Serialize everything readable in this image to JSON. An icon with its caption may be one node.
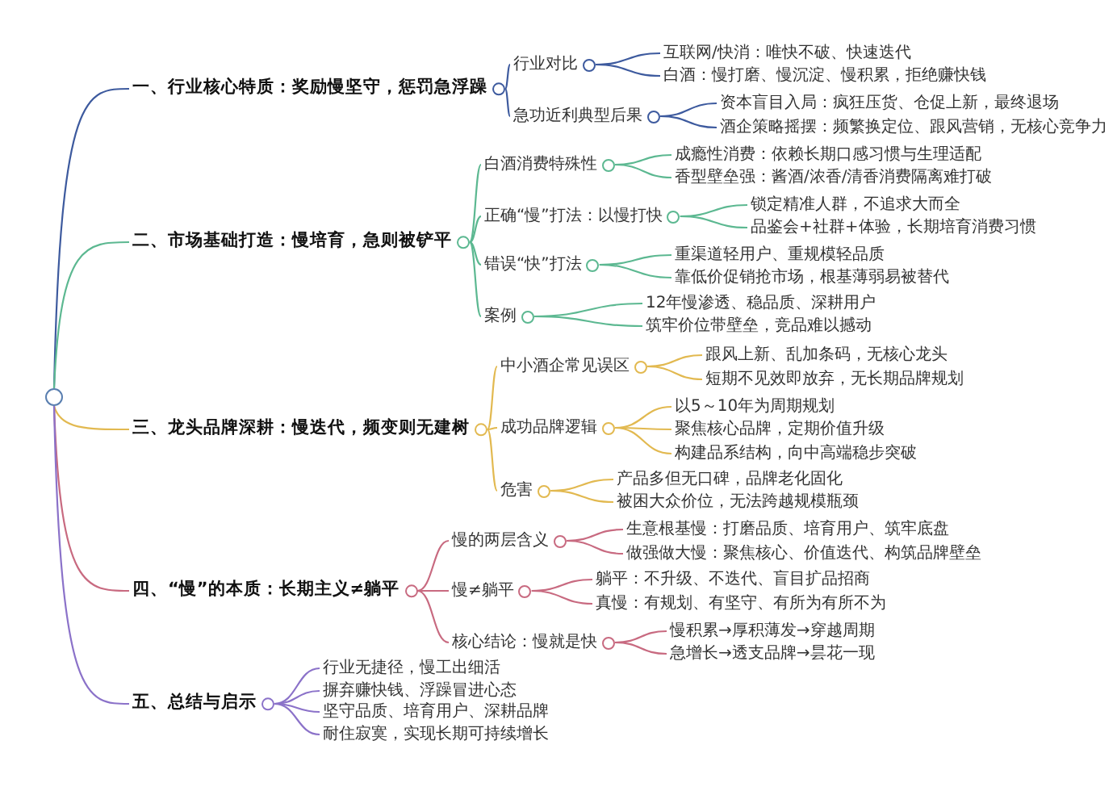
{
  "diagram": {
    "nodes": [
      {
        "text": [],
        "shape": "circle"
      },
      {
        "text": [
          "一、行业核心特质：奖励慢坚守，惩罚急浮躁"
        ]
      },
      {
        "text": [
          "行业对比"
        ]
      },
      {
        "text": [
          "互联网/快消：唯快不破、快速迭代"
        ]
      },
      {
        "text": [
          "白酒：慢打磨、慢沉淀、慢积累，拒绝赚快钱"
        ]
      },
      {
        "text": [
          "急功近利典型后果"
        ]
      },
      {
        "text": [
          "资本盲目入局：疯狂压货、仓促上新，最终退场"
        ]
      },
      {
        "text": [
          "酒企策略摇摆：频繁换定位、跟风营销，无核心竞争力"
        ]
      },
      {
        "text": [
          "二、市场基础打造：慢培育，急则被铲平"
        ]
      },
      {
        "text": [
          "白酒消费特殊性"
        ]
      },
      {
        "text": [
          "成瘾性消费：依赖长期口感习惯与生理适配"
        ]
      },
      {
        "text": [
          "香型壁垒强：酱酒/浓香/清香消费隔离难打破"
        ]
      },
      {
        "text": [
          "正确“慢”打法：以慢打快"
        ]
      },
      {
        "text": [
          "锁定精准人群，不追求大而全"
        ]
      },
      {
        "text": [
          "品鉴会+社群+体验，长期培育消费习惯"
        ]
      },
      {
        "text": [
          "错误“快”打法"
        ]
      },
      {
        "text": [
          "重渠道轻用户、重规模轻品质"
        ]
      },
      {
        "text": [
          "靠低价促销抢市场，根基薄弱易被替代"
        ]
      },
      {
        "text": [
          "案例"
        ]
      },
      {
        "text": [
          "12年慢渗透、稳品质、深耕用户"
        ]
      },
      {
        "text": [
          "筑牢价位带壁垒，竞品难以撼动"
        ]
      },
      {
        "text": [
          "三、龙头品牌深耕：慢迭代，频变则无建树"
        ]
      },
      {
        "text": [
          "中小酒企常见误区"
        ]
      },
      {
        "text": [
          "跟风上新、乱加条码，无核心龙头"
        ]
      },
      {
        "text": [
          "短期不见效即放弃，无长期品牌规划"
        ]
      },
      {
        "text": [
          "成功品牌逻辑"
        ]
      },
      {
        "text": [
          "以5～10年为周期规划"
        ]
      },
      {
        "text": [
          "聚焦核心品牌，定期价值升级"
        ]
      },
      {
        "text": [
          "构建品系结构，向中高端稳步突破"
        ]
      },
      {
        "text": [
          "危害"
        ]
      },
      {
        "text": [
          "产品多但无口碑，品牌老化固化"
        ]
      },
      {
        "text": [
          "被困大众价位，无法跨越规模瓶颈"
        ]
      },
      {
        "text": [
          "四、“慢”的本质：长期主义≠躺平"
        ]
      },
      {
        "text": [
          "慢的两层含义"
        ]
      },
      {
        "text": [
          "生意根基慢：打磨品质、培育用户、筑牢底盘"
        ]
      },
      {
        "text": [
          "做强做大慢：聚焦核心、价值迭代、构筑品牌壁垒"
        ]
      },
      {
        "text": [
          "慢≠躺平"
        ]
      },
      {
        "text": [
          "躺平：不升级、不迭代、盲目扩品招商"
        ]
      },
      {
        "text": [
          "真慢：有规划、有坚守、有所为有所不为"
        ]
      },
      {
        "text": [
          "核心结论：慢就是快"
        ]
      },
      {
        "text": [
          "慢积累→厚积薄发→穿越周期"
        ]
      },
      {
        "text": [
          "急增长→透支品牌→昙花一现"
        ]
      },
      {
        "text": [
          "五、总结与启示"
        ]
      },
      {
        "text": [
          "行业无捷径，慢工出细活"
        ]
      },
      {
        "text": [
          "摒弃赚快钱、浮躁冒进心态"
        ]
      },
      {
        "text": [
          "坚守品质、培育用户、深耕品牌"
        ]
      },
      {
        "text": [
          "耐住寂寞，实现长期可持续增长"
        ]
      }
    ],
    "edges": [
      {
        "from": 0,
        "to": 1,
        "arrow": "none",
        "color": "#3d5a9e"
      },
      {
        "from": 1,
        "to": 2,
        "arrow": "none",
        "color": "#3d5a9e"
      },
      {
        "from": 2,
        "to": 3,
        "arrow": "none",
        "color": "#3d5a9e"
      },
      {
        "from": 2,
        "to": 4,
        "arrow": "none",
        "color": "#3d5a9e"
      },
      {
        "from": 1,
        "to": 5,
        "arrow": "none",
        "color": "#3d5a9e"
      },
      {
        "from": 5,
        "to": 6,
        "arrow": "none",
        "color": "#3d5a9e"
      },
      {
        "from": 5,
        "to": 7,
        "arrow": "none",
        "color": "#3d5a9e"
      },
      {
        "from": 0,
        "to": 8,
        "arrow": "none",
        "color": "#5cb891"
      },
      {
        "from": 8,
        "to": 9,
        "arrow": "none",
        "color": "#5cb891"
      },
      {
        "from": 9,
        "to": 10,
        "arrow": "none",
        "color": "#5cb891"
      },
      {
        "from": 9,
        "to": 11,
        "arrow": "none",
        "color": "#5cb891"
      },
      {
        "from": 8,
        "to": 12,
        "arrow": "none",
        "color": "#5cb891"
      },
      {
        "from": 12,
        "to": 13,
        "arrow": "none",
        "color": "#5cb891"
      },
      {
        "from": 12,
        "to": 14,
        "arrow": "none",
        "color": "#5cb891"
      },
      {
        "from": 8,
        "to": 15,
        "arrow": "none",
        "color": "#5cb891"
      },
      {
        "from": 15,
        "to": 16,
        "arrow": "none",
        "color": "#5cb891"
      },
      {
        "from": 15,
        "to": 17,
        "arrow": "none",
        "color": "#5cb891"
      },
      {
        "from": 8,
        "to": 18,
        "arrow": "none",
        "color": "#5cb891"
      },
      {
        "from": 18,
        "to": 19,
        "arrow": "none",
        "color": "#5cb891"
      },
      {
        "from": 18,
        "to": 20,
        "arrow": "none",
        "color": "#5cb891"
      },
      {
        "from": 0,
        "to": 21,
        "arrow": "none",
        "color": "#e2b950"
      },
      {
        "from": 21,
        "to": 22,
        "arrow": "none",
        "color": "#e2b950"
      },
      {
        "from": 22,
        "to": 23,
        "arrow": "none",
        "color": "#e2b950"
      },
      {
        "from": 22,
        "to": 24,
        "arrow": "none",
        "color": "#e2b950"
      },
      {
        "from": 21,
        "to": 25,
        "arrow": "none",
        "color": "#e2b950"
      },
      {
        "from": 25,
        "to": 26,
        "arrow": "none",
        "color": "#e2b950"
      },
      {
        "from": 25,
        "to": 27,
        "arrow": "none",
        "color": "#e2b950"
      },
      {
        "from": 25,
        "to": 28,
        "arrow": "none",
        "color": "#e2b950"
      },
      {
        "from": 21,
        "to": 29,
        "arrow": "none",
        "color": "#e2b950"
      },
      {
        "from": 29,
        "to": 30,
        "arrow": "none",
        "color": "#e2b950"
      },
      {
        "from": 29,
        "to": 31,
        "arrow": "none",
        "color": "#e2b950"
      },
      {
        "from": 0,
        "to": 32,
        "arrow": "none",
        "color": "#c86a80"
      },
      {
        "from": 32,
        "to": 33,
        "arrow": "none",
        "color": "#c86a80"
      },
      {
        "from": 33,
        "to": 34,
        "arrow": "none",
        "color": "#c86a80"
      },
      {
        "from": 33,
        "to": 35,
        "arrow": "none",
        "color": "#c86a80"
      },
      {
        "from": 32,
        "to": 36,
        "arrow": "none",
        "color": "#c86a80"
      },
      {
        "from": 36,
        "to": 37,
        "arrow": "none",
        "color": "#c86a80"
      },
      {
        "from": 36,
        "to": 38,
        "arrow": "none",
        "color": "#c86a80"
      },
      {
        "from": 32,
        "to": 39,
        "arrow": "none",
        "color": "#c86a80"
      },
      {
        "from": 39,
        "to": 40,
        "arrow": "none",
        "color": "#c86a80"
      },
      {
        "from": 39,
        "to": 41,
        "arrow": "none",
        "color": "#c86a80"
      },
      {
        "from": 0,
        "to": 42,
        "arrow": "none",
        "color": "#8b72c9"
      },
      {
        "from": 42,
        "to": 43,
        "arrow": "none",
        "color": "#8b72c9"
      },
      {
        "from": 42,
        "to": 44,
        "arrow": "none",
        "color": "#8b72c9"
      },
      {
        "from": 42,
        "to": 45,
        "arrow": "none",
        "color": "#8b72c9"
      },
      {
        "from": 42,
        "to": 46,
        "arrow": "none",
        "color": "#8b72c9"
      }
    ]
  }
}
